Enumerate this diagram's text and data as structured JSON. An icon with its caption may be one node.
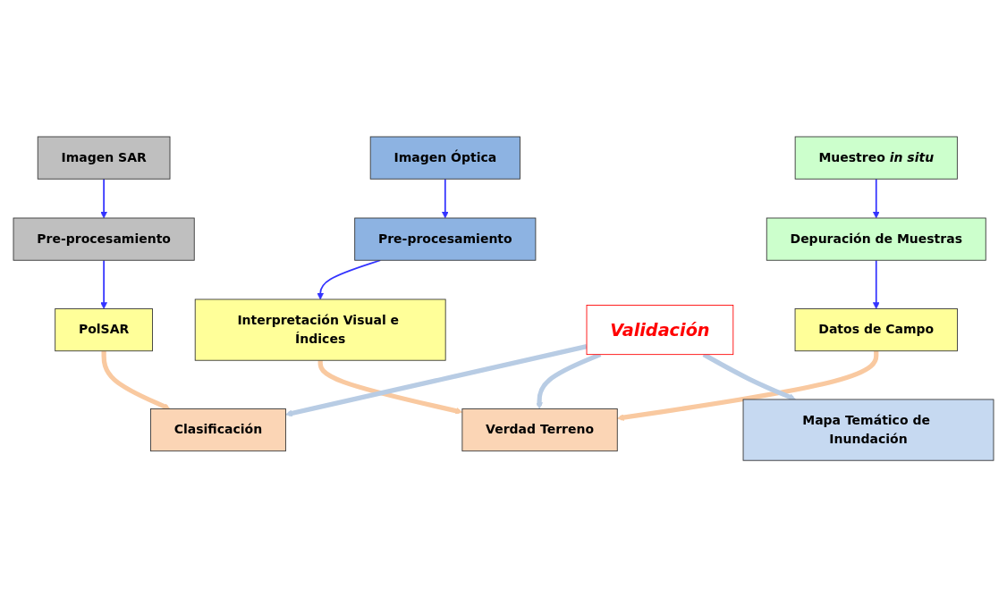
{
  "diagram": {
    "nodes": [
      {
        "text": [
          "Imagen SAR"
        ]
      },
      {
        "text": [
          "Pre-procesamiento"
        ]
      },
      {
        "text": [
          "PolSAR"
        ]
      },
      {
        "text": [
          "Clasificación"
        ]
      },
      {
        "text": [
          "Imagen Óptica"
        ]
      },
      {
        "text": [
          "Pre-procesamiento"
        ]
      },
      {
        "text": [
          "Interpretación Visual e Índices"
        ]
      },
      {
        "text": [
          "Muestreo *in situ*"
        ]
      },
      {
        "text": [
          "Depuración de Muestras"
        ]
      },
      {
        "text": [
          "Datos de Campo"
        ]
      },
      {
        "text": [
          "Verdad Terreno"
        ]
      },
      {
        "text": [
          "Validación"
        ]
      },
      {
        "text": [
          "Mapa Temático de Inundación"
        ]
      }
    ],
    "edges": [
      {
        "from": 0,
        "to": 1,
        "arrow": "to"
      },
      {
        "from": 1,
        "to": 2,
        "arrow": "to"
      },
      {
        "from": 2,
        "to": 3,
        "arrow": "to",
        "style": "thick",
        "color": "#f9c9a0"
      },
      {
        "from": 4,
        "to": 5,
        "arrow": "to"
      },
      {
        "from": 5,
        "to": 6,
        "arrow": "to"
      },
      {
        "from": 7,
        "to": 8,
        "arrow": "to"
      },
      {
        "from": 8,
        "to": 9,
        "arrow": "to"
      },
      {
        "from": 6,
        "to": 10,
        "arrow": "to",
        "style": "thick",
        "color": "#f9c9a0"
      },
      {
        "from": 9,
        "to": 10,
        "arrow": "to",
        "style": "thick",
        "color": "#f9c9a0"
      },
      {
        "from": 11,
        "to": 3,
        "arrow": "to",
        "style": "thick",
        "color": "#b8cce4"
      },
      {
        "from": 11,
        "to": 10,
        "arrow": "to",
        "style": "thick",
        "color": "#b8cce4"
      },
      {
        "from": 11,
        "to": 12,
        "arrow": "to",
        "style": "thick",
        "color": "#b8cce4"
      }
    ]
  }
}
